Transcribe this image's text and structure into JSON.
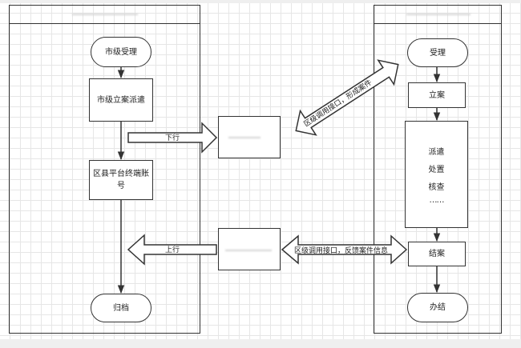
{
  "nodes": {
    "city_accept": "市级受理",
    "city_dispatch": "市级立案派遣",
    "district_terminal": "区县平台终端账号",
    "archive": "归档",
    "accept": "受理",
    "register": "立案",
    "detail_lines": [
      "派遣",
      "处置",
      "核查",
      "……"
    ],
    "close_case": "结案",
    "finish": "办结"
  },
  "labels": {
    "down": "下行",
    "up": "上行",
    "form_case": "区级调用接口，形成案件",
    "feedback": "区级调用接口，反馈案件信息"
  },
  "colors": {
    "line": "#333333",
    "grid": "#e6e6e6"
  }
}
